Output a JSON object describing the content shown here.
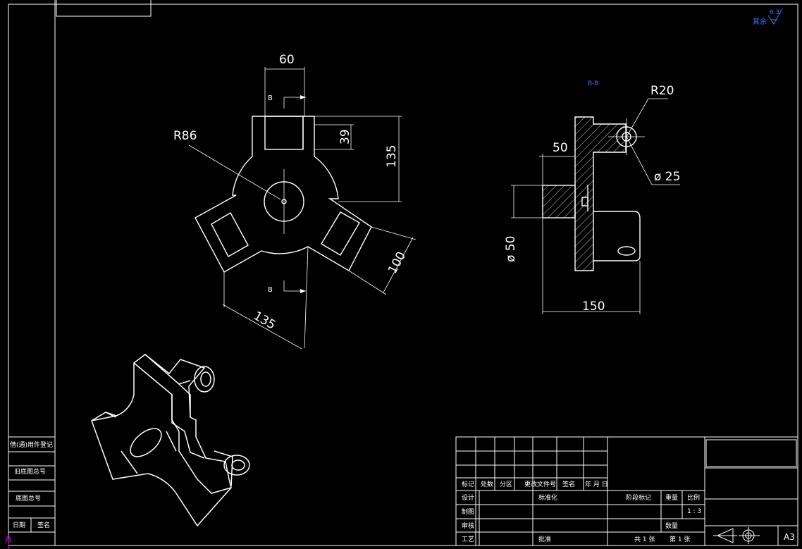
{
  "drawing": {
    "roughness": {
      "label": "其余",
      "value": "6.3"
    },
    "section_label": "B-B",
    "front_view": {
      "dim_width": "60",
      "dim_slot": "39",
      "dim_height": "135",
      "radius": "R86",
      "dim_arm": "100",
      "dim_arm2": "135",
      "section_mark_top": "B",
      "section_mark_bottom": "B"
    },
    "section_view": {
      "radius": "R20",
      "hole_dia": "ø 25",
      "dim_boss": "50",
      "dim_shaft": "ø 50",
      "dim_length": "150"
    }
  },
  "side_table": [
    "借(通)用件登记",
    "旧底图总号",
    "底图总号",
    "日期",
    "签名"
  ],
  "title_block": {
    "header": [
      "标记",
      "处数",
      "分区",
      "更改文件号",
      "签名",
      "年 月 日"
    ],
    "row_design": "设计",
    "row_standard": "标准化",
    "row_stage": "阶段标记",
    "row_weight": "重量",
    "row_scale": "比例",
    "scale_value": "1 : 3",
    "row_draw": "制图",
    "row_check": "审核",
    "row_quantity": "数量",
    "row_process": "工艺",
    "row_approve": "批准",
    "sheets_total": "共 1 张",
    "sheet_no": "第 1 张",
    "format": "A3"
  }
}
